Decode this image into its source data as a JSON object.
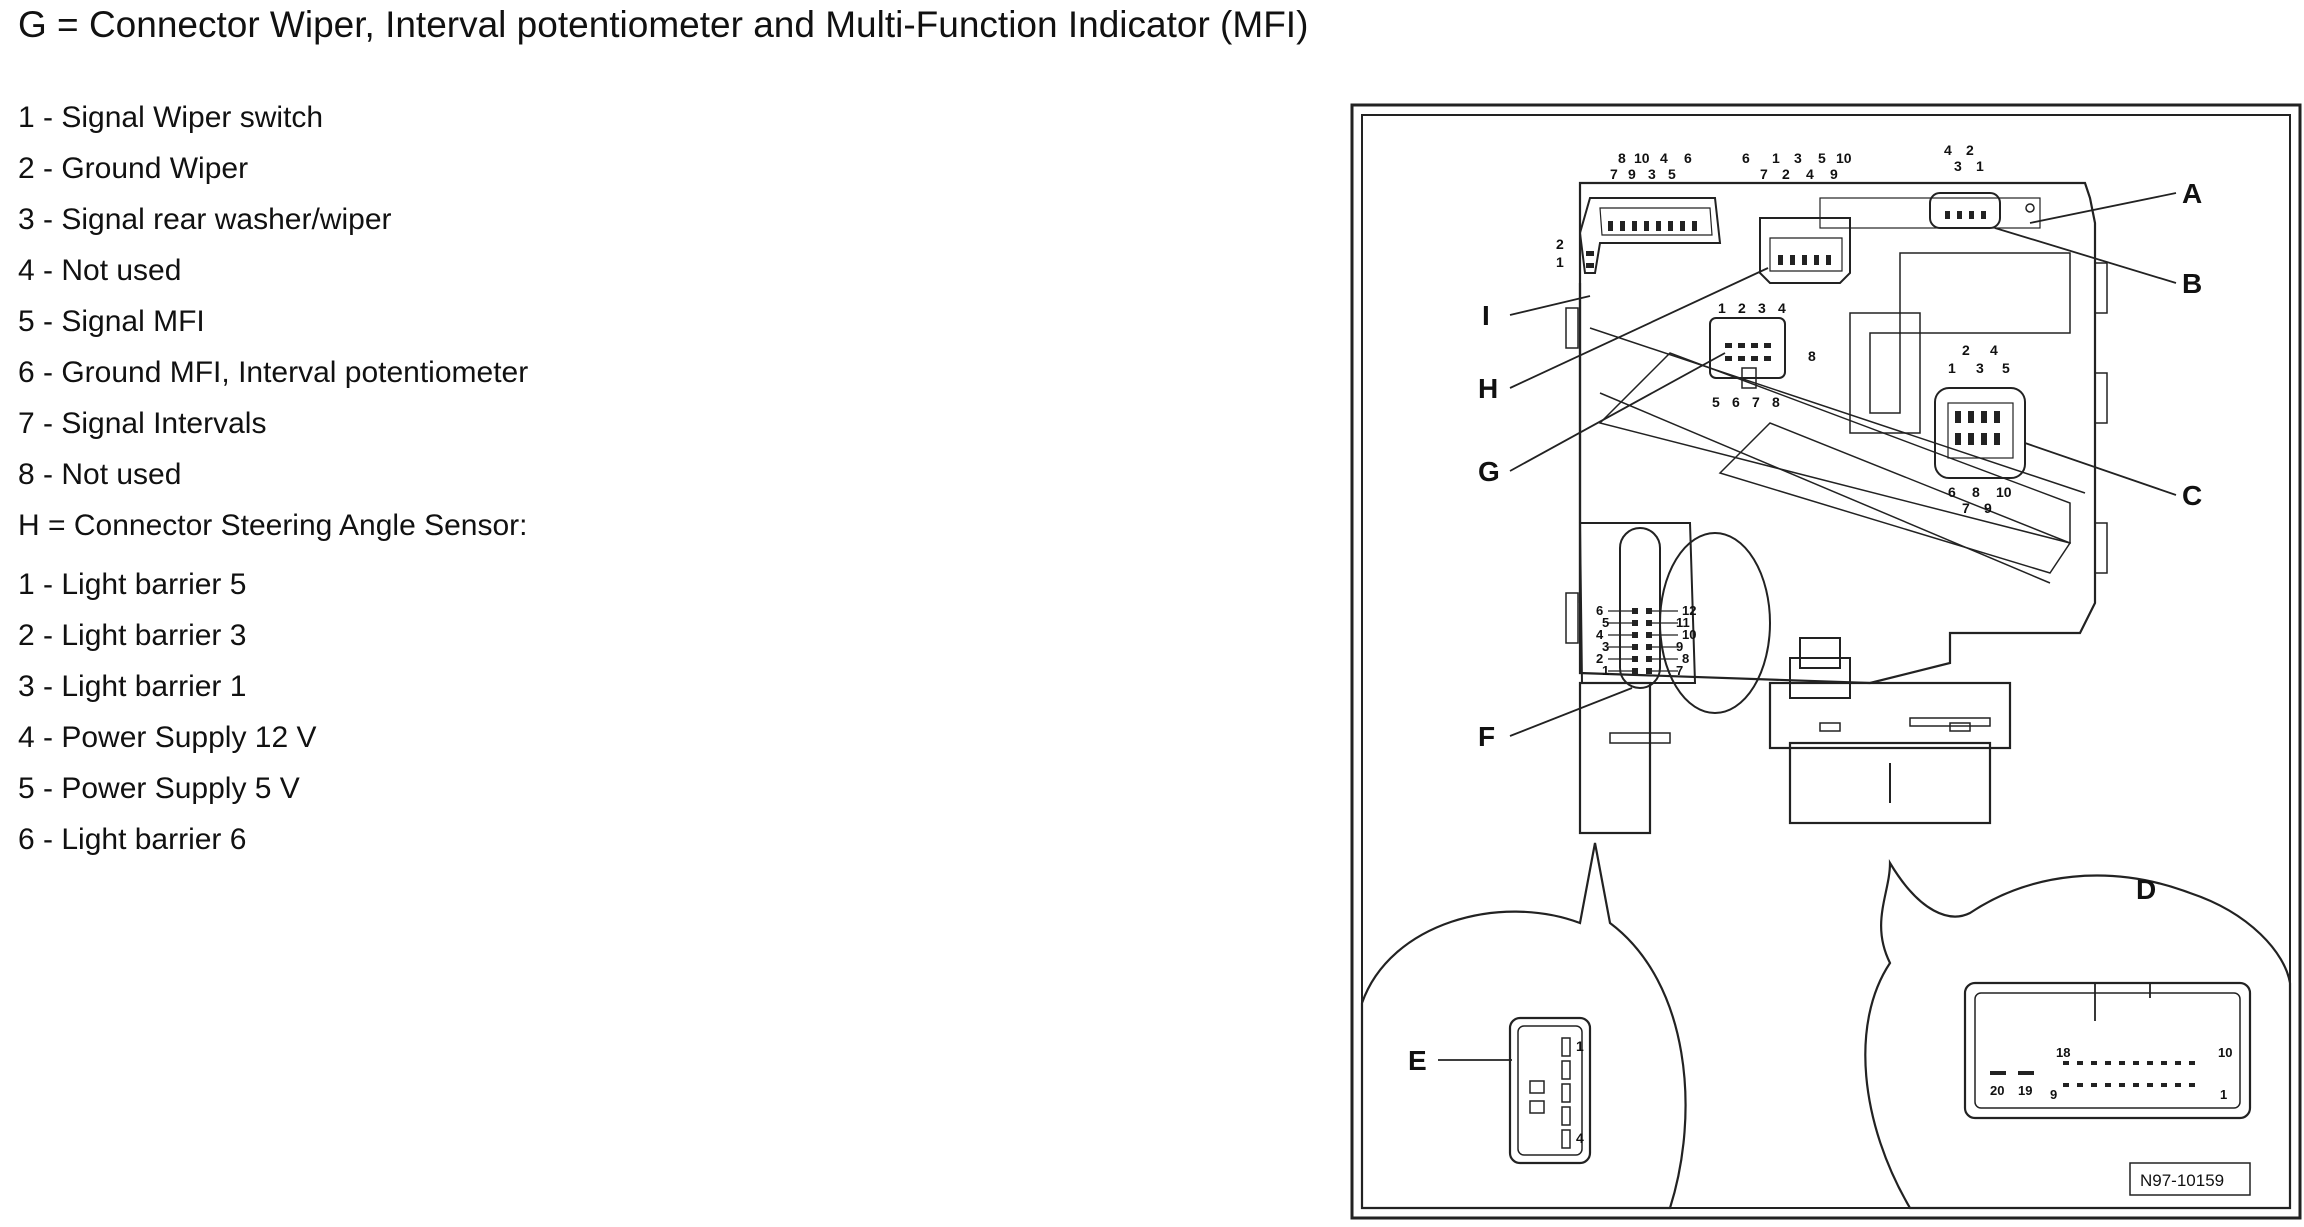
{
  "title": "G = Connector Wiper, Interval potentiometer and Multi-Function Indicator (MFI)",
  "legend": {
    "connector_g": [
      "1 - Signal Wiper switch",
      "2 - Ground Wiper",
      "3 - Signal rear washer/wiper",
      "4 - Not used",
      "5 - Signal MFI",
      "6 - Ground MFI, Interval potentiometer",
      "7 - Signal Intervals",
      "8 - Not used"
    ],
    "connector_h_heading": "H = Connector Steering Angle Sensor:",
    "connector_h": [
      "1 - Light barrier 5",
      "2 - Light barrier 3",
      "3 - Light barrier 1",
      "4 - Power Supply 12 V",
      "5 - Power Supply 5 V",
      "6 - Light barrier 6"
    ]
  },
  "diagram": {
    "callouts": [
      "A",
      "B",
      "C",
      "D",
      "E",
      "F",
      "G",
      "H",
      "I"
    ],
    "figure_id": "N97-10159",
    "pin_labels": {
      "tl_top": [
        "8",
        "10",
        "4",
        "6"
      ],
      "tl_mid": [
        "7",
        "9",
        "3",
        "5"
      ],
      "tl_left": [
        "2",
        "1"
      ],
      "tc_top": [
        "6",
        "1",
        "3",
        "5",
        "10"
      ],
      "tc_mid": [
        "7",
        "2",
        "4",
        "9"
      ],
      "tc_side": "8",
      "tr_top": [
        "4",
        "2"
      ],
      "tr_mid": [
        "3",
        "1"
      ],
      "g_top": [
        "1",
        "2",
        "3",
        "4"
      ],
      "g_bottom": [
        "5",
        "6",
        "7",
        "8"
      ],
      "c_top": [
        "2",
        "4"
      ],
      "c_mid": [
        "1",
        "3",
        "5"
      ],
      "c_bottom": [
        "6",
        "8",
        "10"
      ],
      "c_under": [
        "7",
        "9"
      ],
      "f_left": [
        "6",
        "5",
        "4",
        "3",
        "2",
        "1"
      ],
      "f_right": [
        "12",
        "11",
        "10",
        "9",
        "8",
        "7"
      ],
      "e_pins": [
        "1",
        "4"
      ],
      "d_pins": [
        "18",
        "10",
        "20",
        "19",
        "9",
        "1"
      ]
    }
  }
}
